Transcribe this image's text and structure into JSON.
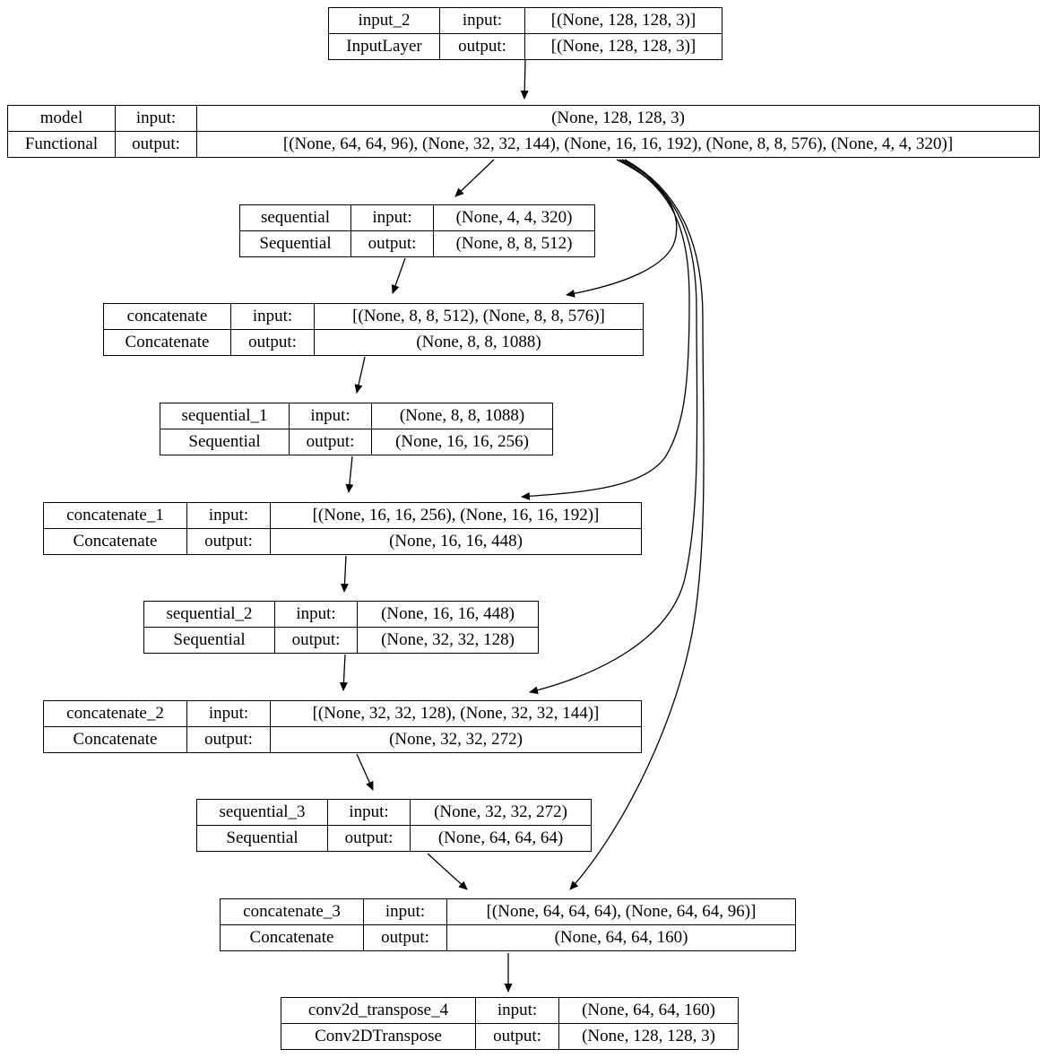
{
  "labels": {
    "input": "input:",
    "output": "output:"
  },
  "colors": {
    "border": "#000000",
    "background": "#ffffff",
    "text": "#000000"
  },
  "diagram": {
    "type": "keras-model-graph",
    "nodes": [
      {
        "id": "input_2",
        "name": "input_2",
        "type": "InputLayer",
        "input": "[(None, 128, 128, 3)]",
        "output": "[(None, 128, 128, 3)]"
      },
      {
        "id": "model",
        "name": "model",
        "type": "Functional",
        "input": "(None, 128, 128, 3)",
        "output": "[(None, 64, 64, 96), (None, 32, 32, 144), (None, 16, 16, 192), (None, 8, 8, 576), (None, 4, 4, 320)]"
      },
      {
        "id": "sequential",
        "name": "sequential",
        "type": "Sequential",
        "input": "(None, 4, 4, 320)",
        "output": "(None, 8, 8, 512)"
      },
      {
        "id": "concatenate",
        "name": "concatenate",
        "type": "Concatenate",
        "input": "[(None, 8, 8, 512), (None, 8, 8, 576)]",
        "output": "(None, 8, 8, 1088)"
      },
      {
        "id": "sequential_1",
        "name": "sequential_1",
        "type": "Sequential",
        "input": "(None, 8, 8, 1088)",
        "output": "(None, 16, 16, 256)"
      },
      {
        "id": "concatenate_1",
        "name": "concatenate_1",
        "type": "Concatenate",
        "input": "[(None, 16, 16, 256), (None, 16, 16, 192)]",
        "output": "(None, 16, 16, 448)"
      },
      {
        "id": "sequential_2",
        "name": "sequential_2",
        "type": "Sequential",
        "input": "(None, 16, 16, 448)",
        "output": "(None, 32, 32, 128)"
      },
      {
        "id": "concatenate_2",
        "name": "concatenate_2",
        "type": "Concatenate",
        "input": "[(None, 32, 32, 128), (None, 32, 32, 144)]",
        "output": "(None, 32, 32, 272)"
      },
      {
        "id": "sequential_3",
        "name": "sequential_3",
        "type": "Sequential",
        "input": "(None, 32, 32, 272)",
        "output": "(None, 64, 64, 64)"
      },
      {
        "id": "concatenate_3",
        "name": "concatenate_3",
        "type": "Concatenate",
        "input": "[(None, 64, 64, 64), (None, 64, 64, 96)]",
        "output": "(None, 64, 64, 160)"
      },
      {
        "id": "conv2d_transpose_4",
        "name": "conv2d_transpose_4",
        "type": "Conv2DTranspose",
        "input": "(None, 64, 64, 160)",
        "output": "(None, 128, 128, 3)"
      }
    ],
    "edges": [
      {
        "from": "input_2",
        "to": "model"
      },
      {
        "from": "model",
        "to": "sequential"
      },
      {
        "from": "model",
        "to": "concatenate"
      },
      {
        "from": "model",
        "to": "concatenate_1"
      },
      {
        "from": "model",
        "to": "concatenate_2"
      },
      {
        "from": "model",
        "to": "concatenate_3"
      },
      {
        "from": "sequential",
        "to": "concatenate"
      },
      {
        "from": "concatenate",
        "to": "sequential_1"
      },
      {
        "from": "sequential_1",
        "to": "concatenate_1"
      },
      {
        "from": "concatenate_1",
        "to": "sequential_2"
      },
      {
        "from": "sequential_2",
        "to": "concatenate_2"
      },
      {
        "from": "concatenate_2",
        "to": "sequential_3"
      },
      {
        "from": "sequential_3",
        "to": "concatenate_3"
      },
      {
        "from": "concatenate_3",
        "to": "conv2d_transpose_4"
      }
    ]
  }
}
